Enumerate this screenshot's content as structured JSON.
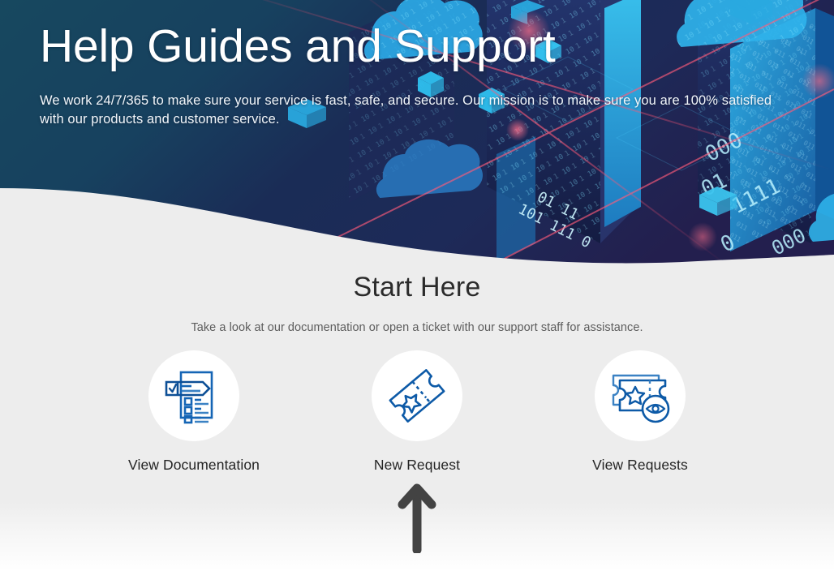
{
  "hero": {
    "title": "Help Guides and Support",
    "subtitle": "We work 24/7/365 to make sure your service is fast, safe, and secure. Our mission is to make sure you are 100% satisfied with our products and customer service.",
    "background_colors": {
      "left_dark": "#174a63",
      "mid_navy": "#1b2b55",
      "accent_cyan": "#29b6e8",
      "accent_red": "#d94a6a"
    }
  },
  "start_section": {
    "heading": "Start Here",
    "subheading": "Take a look at our documentation or open a ticket with our support staff for assistance."
  },
  "tiles": [
    {
      "label": "View Documentation",
      "icon": "checklist-document-icon"
    },
    {
      "label": "New Request",
      "icon": "ticket-star-icon"
    },
    {
      "label": "View Requests",
      "icon": "tickets-eye-icon"
    }
  ],
  "annotation": {
    "type": "up-arrow",
    "points_at": "New Request",
    "color": "#434343"
  },
  "theme": {
    "icon_blue": "#1565b5",
    "icon_blue_dark": "#0d4f96",
    "body_bg": "#ededed",
    "text_dark": "#242424",
    "text_muted": "#5d5d5d"
  }
}
